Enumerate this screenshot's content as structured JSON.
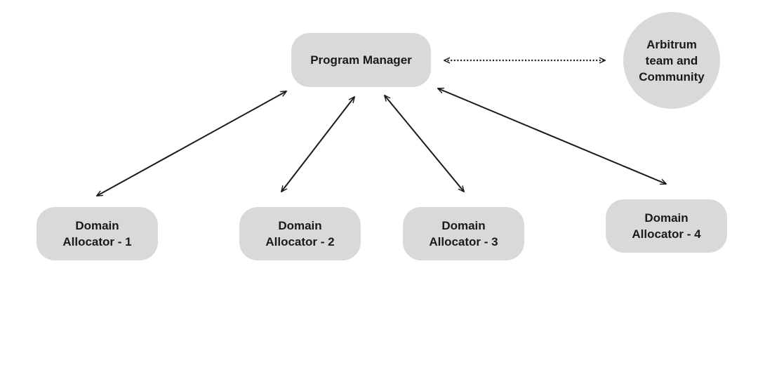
{
  "diagram": {
    "nodes": [
      {
        "id": "program-manager",
        "label": "Program Manager"
      },
      {
        "id": "community",
        "label": "Arbitrum\nteam and\nCommunity"
      },
      {
        "id": "da1",
        "label": "Domain\nAllocator - 1"
      },
      {
        "id": "da2",
        "label": "Domain\nAllocator - 2"
      },
      {
        "id": "da3",
        "label": "Domain\nAllocator - 3"
      },
      {
        "id": "da4",
        "label": "Domain\nAllocator - 4"
      }
    ],
    "edges": [
      {
        "from": "program-manager",
        "to": "community",
        "style": "dotted",
        "direction": "bidirectional"
      },
      {
        "from": "program-manager",
        "to": "da1",
        "style": "solid",
        "direction": "bidirectional"
      },
      {
        "from": "program-manager",
        "to": "da2",
        "style": "solid",
        "direction": "bidirectional"
      },
      {
        "from": "program-manager",
        "to": "da3",
        "style": "solid",
        "direction": "bidirectional"
      },
      {
        "from": "program-manager",
        "to": "da4",
        "style": "solid",
        "direction": "bidirectional"
      }
    ],
    "colors": {
      "node_fill": "#d9d9d9",
      "text": "#1a1a1a",
      "arrow": "#1a1a1a",
      "background": "#ffffff"
    }
  }
}
